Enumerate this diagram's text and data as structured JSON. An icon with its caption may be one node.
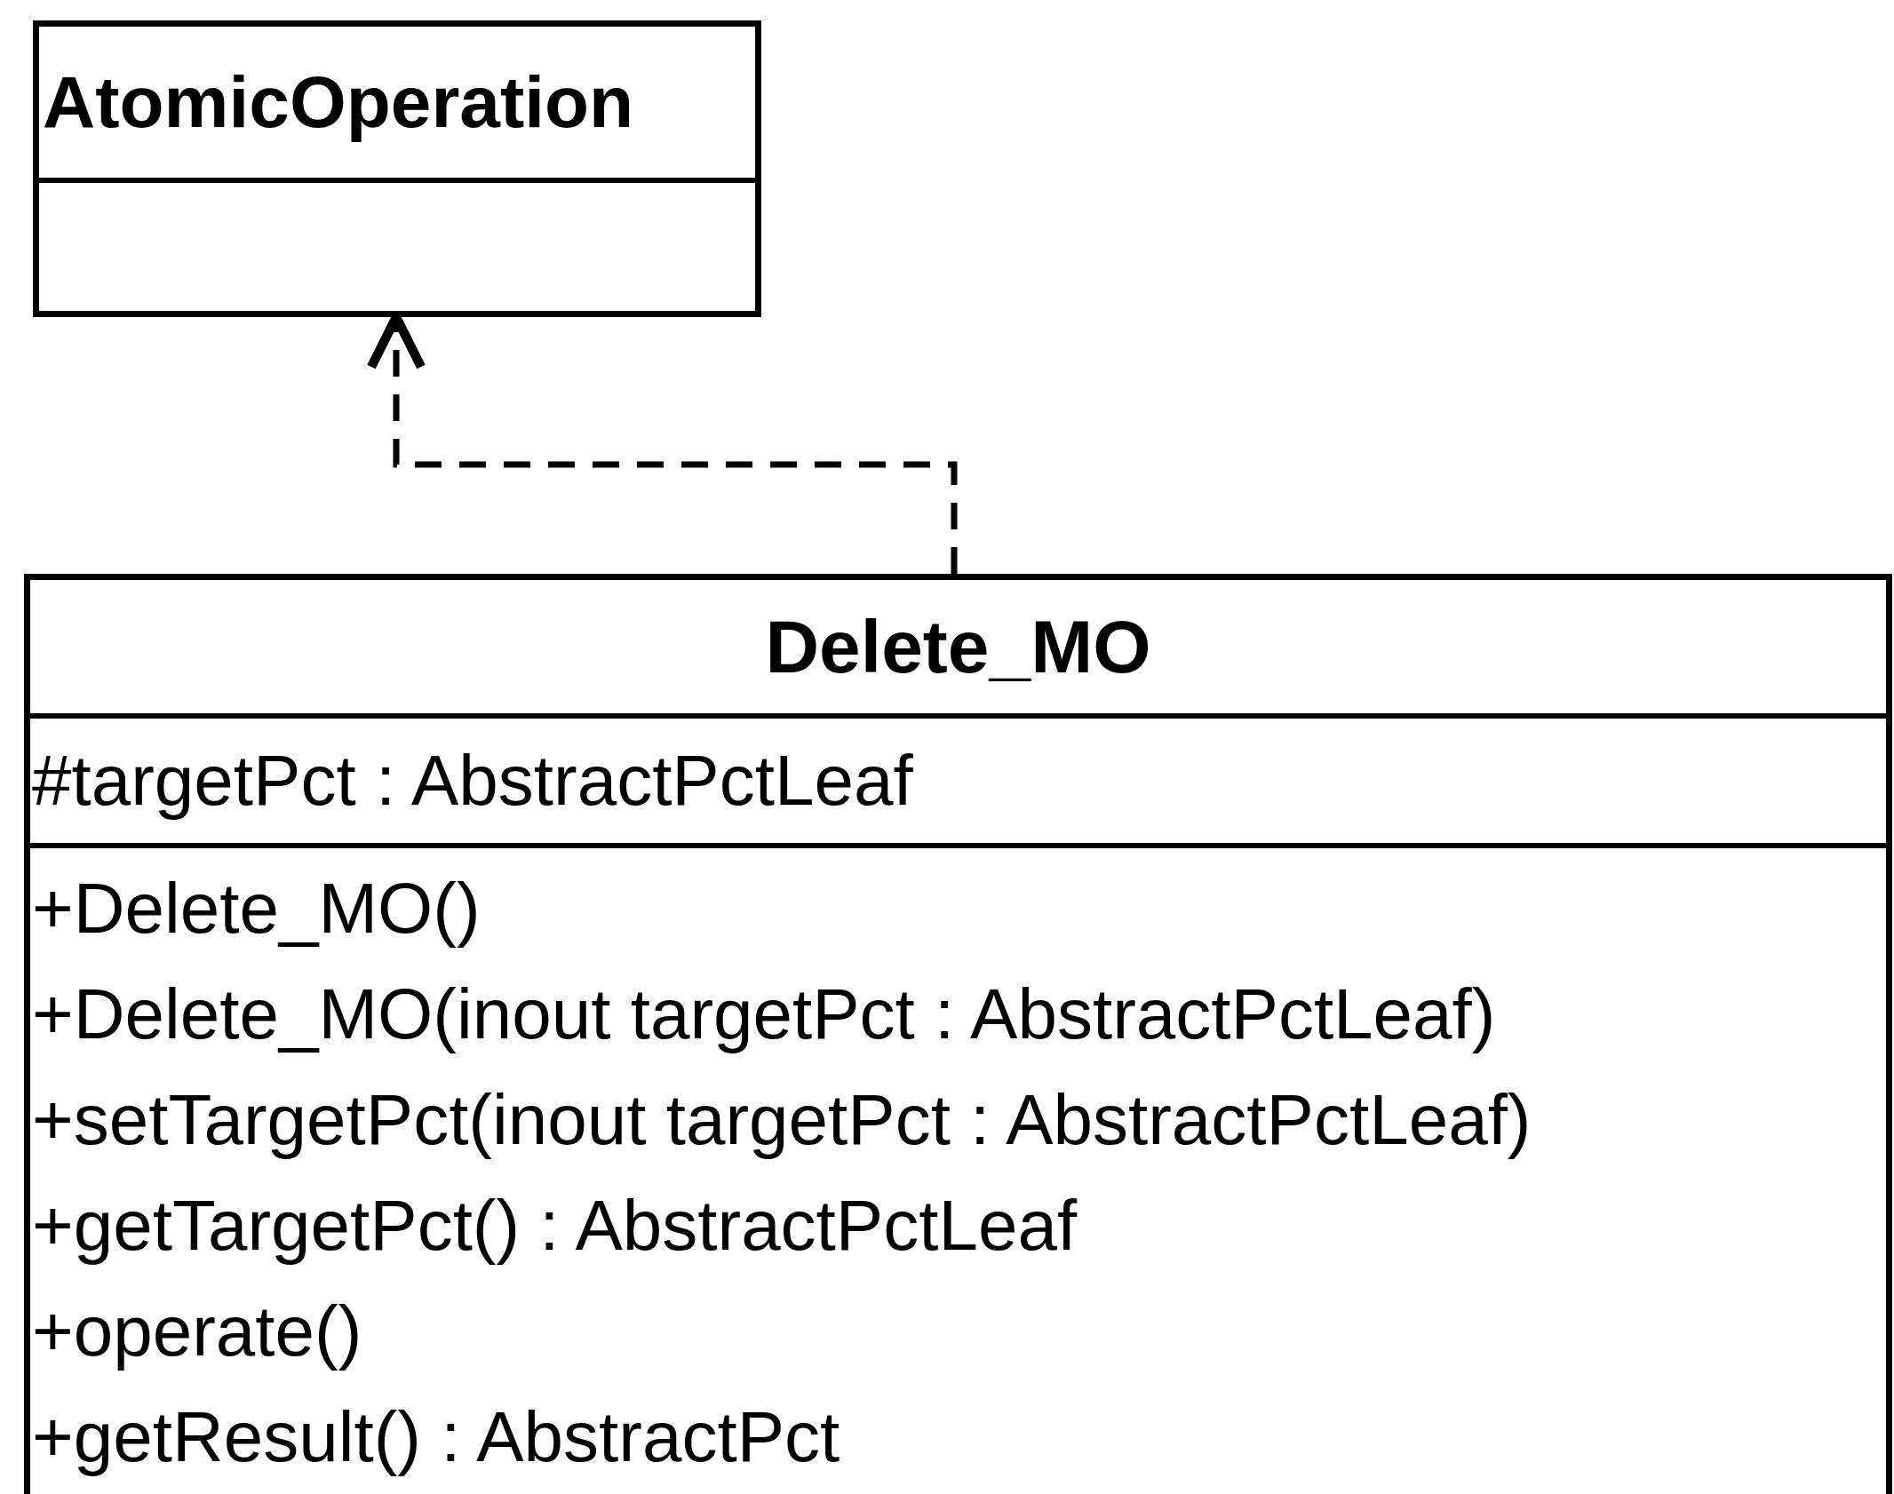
{
  "diagram": {
    "nodes": [
      {
        "text": [
          "AtomicOperation"
        ]
      },
      {
        "text": [
          "Delete_MO",
          "#targetPct : AbstractPctLeaf",
          "+Delete_MO()",
          "+Delete_MO(inout targetPct : AbstractPctLeaf)",
          "+setTargetPct(inout targetPct : AbstractPctLeaf)",
          "+getTargetPct() : AbstractPctLeaf",
          "+operate()",
          "+getResult() : AbstractPct"
        ]
      }
    ],
    "edges": [
      {
        "from": 1,
        "to": 0,
        "arrow": "to",
        "style": "dashed"
      }
    ]
  }
}
